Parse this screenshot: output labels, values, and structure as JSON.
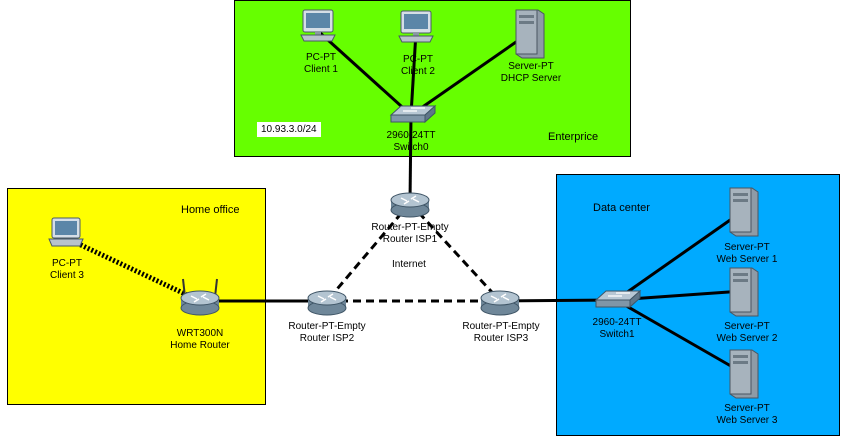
{
  "colors": {
    "enterprise": "#66ff00",
    "home_office": "#ffff00",
    "data_center": "#00aaff",
    "link": "#000000"
  },
  "areas": {
    "enterprise": {
      "label": "Enterprice",
      "subnet": "10.93.3.0/24"
    },
    "home_office": {
      "label": "Home office"
    },
    "data_center": {
      "label": "Data center"
    },
    "internet": {
      "label": "Internet"
    }
  },
  "devices": {
    "client1": {
      "model": "PC-PT",
      "name": "Client 1",
      "icon": "pc-icon"
    },
    "client2": {
      "model": "PC-PT",
      "name": "Client 2",
      "icon": "pc-icon"
    },
    "dhcp": {
      "model": "Server-PT",
      "name": "DHCP Server",
      "icon": "server-icon"
    },
    "switch0": {
      "model": "2960-24TT",
      "name": "Switch0",
      "icon": "switch-icon"
    },
    "isp1": {
      "model": "Router-PT-Empty",
      "name": "Router ISP1",
      "icon": "router-icon"
    },
    "isp2": {
      "model": "Router-PT-Empty",
      "name": "Router ISP2",
      "icon": "router-icon"
    },
    "isp3": {
      "model": "Router-PT-Empty",
      "name": "Router ISP3",
      "icon": "router-icon"
    },
    "client3": {
      "model": "PC-PT",
      "name": "Client 3",
      "icon": "laptop-icon"
    },
    "home_router": {
      "model": "WRT300N",
      "name": "Home Router",
      "icon": "wireless-router-icon"
    },
    "switch1": {
      "model": "2960-24TT",
      "name": "Switch1",
      "icon": "switch-icon"
    },
    "web1": {
      "model": "Server-PT",
      "name": "Web Server 1",
      "icon": "server-icon"
    },
    "web2": {
      "model": "Server-PT",
      "name": "Web Server 2",
      "icon": "server-icon"
    },
    "web3": {
      "model": "Server-PT",
      "name": "Web Server 3",
      "icon": "server-icon"
    }
  },
  "links": [
    {
      "from": "client1",
      "to": "switch0",
      "style": "solid"
    },
    {
      "from": "client2",
      "to": "switch0",
      "style": "solid"
    },
    {
      "from": "dhcp",
      "to": "switch0",
      "style": "solid"
    },
    {
      "from": "switch0",
      "to": "isp1",
      "style": "solid"
    },
    {
      "from": "isp1",
      "to": "isp2",
      "style": "dashed"
    },
    {
      "from": "isp1",
      "to": "isp3",
      "style": "dashed"
    },
    {
      "from": "isp2",
      "to": "isp3",
      "style": "dashed"
    },
    {
      "from": "home_router",
      "to": "isp2",
      "style": "solid"
    },
    {
      "from": "isp3",
      "to": "switch1",
      "style": "solid"
    },
    {
      "from": "switch1",
      "to": "web1",
      "style": "solid"
    },
    {
      "from": "switch1",
      "to": "web2",
      "style": "solid"
    },
    {
      "from": "switch1",
      "to": "web3",
      "style": "solid"
    },
    {
      "from": "client3",
      "to": "home_router",
      "style": "wireless"
    }
  ]
}
